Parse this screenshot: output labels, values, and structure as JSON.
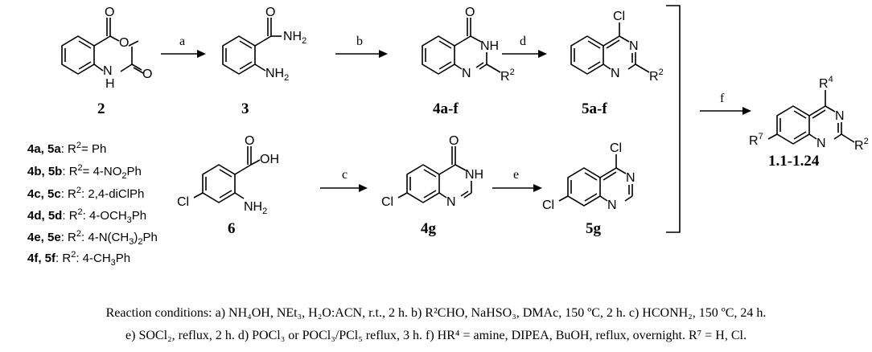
{
  "compounds": {
    "c2": "2",
    "c3": "3",
    "c4af": "4a-f",
    "c5af": "5a-f",
    "c6": "6",
    "c4g": "4g",
    "c5g": "5g",
    "final": "1.1-1.24"
  },
  "steps": {
    "a": "a",
    "b": "b",
    "c": "c",
    "d": "d",
    "e": "e",
    "f": "f"
  },
  "atoms": {
    "O": "O",
    "N": "N",
    "H": "H",
    "NH": "NH",
    "NH2": "NH",
    "two": "2",
    "Cl": "Cl",
    "OH": "OH",
    "R": "R",
    "R2sup": "2",
    "R4sup": "4",
    "R7sup": "7"
  },
  "substituents": [
    {
      "cmpd": "4a, 5a",
      "text": ": R",
      "sup": "2",
      "rest": "= Ph"
    },
    {
      "cmpd": "4b, 5b",
      "text": ": R",
      "sup": "2",
      "rest": "= 4-NO",
      "sub": "2",
      "rest2": "Ph"
    },
    {
      "cmpd": "4c, 5c",
      "text": ": R",
      "sup": "2",
      "rest": ": 2,4-diClPh"
    },
    {
      "cmpd": "4d, 5d",
      "text": ": R",
      "sup": "2",
      "rest": ": 4-OCH",
      "sub": "3",
      "rest2": "Ph"
    },
    {
      "cmpd": "4e, 5e",
      "text": ": R",
      "sup": "2",
      "rest": ": 4-N(CH",
      "sub": "3",
      "rest2": ")",
      "sub2": "2",
      "rest3": "Ph"
    },
    {
      "cmpd": "4f, 5f",
      "text": ": R",
      "sup": "2",
      "rest": ": 4-CH",
      "sub": "3",
      "rest2": "Ph"
    }
  ],
  "conditions": {
    "line1": "Reaction conditions: a) NH₄OH, NEt₃, H₂O:ACN, r.t., 2 h. b) R²CHO, NaHSO₃, DMAc, 150 ºC, 2 h. c) HCONH₂, 150 ºC, 24 h.",
    "line2": "e) SOCl₂, reflux, 2 h. d) POCl₃ or POCl₃/PCl₅ reflux, 3 h.  f) HR⁴ = amine, DIPEA, BuOH, reflux, overnight. R⁷ = H, Cl."
  }
}
